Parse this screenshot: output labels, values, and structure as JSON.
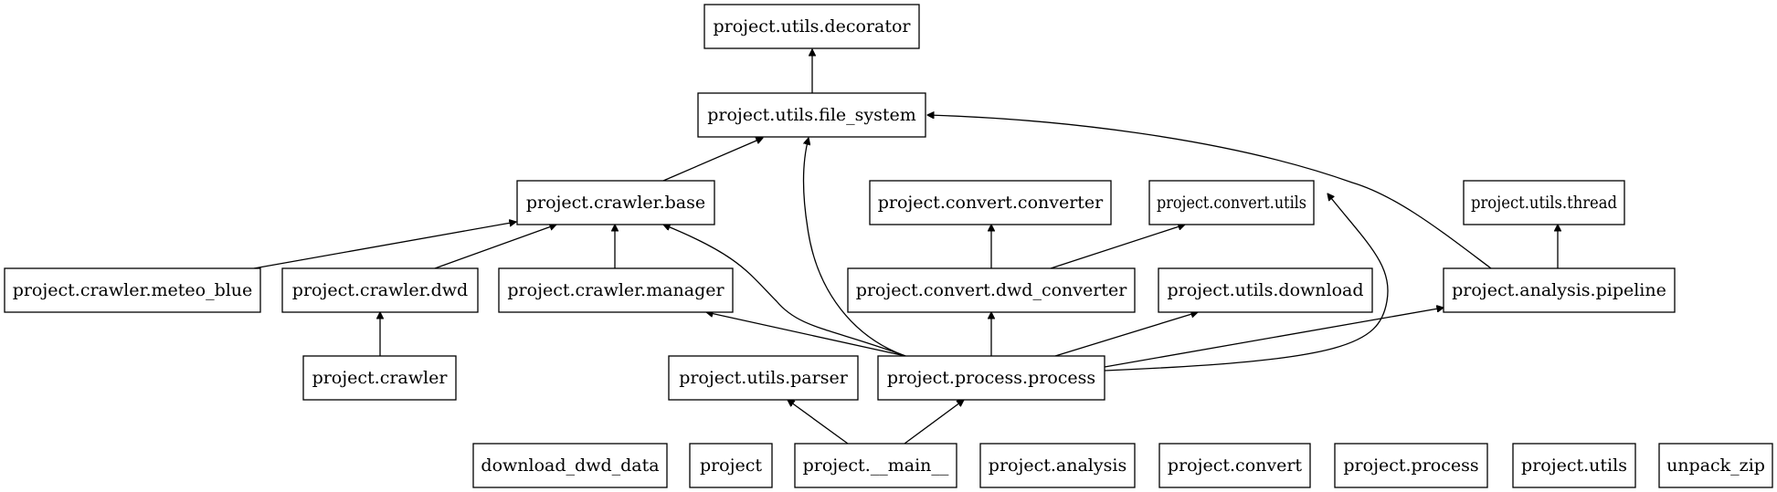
{
  "diagram": {
    "type": "dependency-graph",
    "nodes": [
      {
        "id": "decorator",
        "label": "project.utils.decorator"
      },
      {
        "id": "file_system",
        "label": "project.utils.file_system"
      },
      {
        "id": "crawler_base",
        "label": "project.crawler.base"
      },
      {
        "id": "convert_converter",
        "label": "project.convert.converter"
      },
      {
        "id": "convert_utils",
        "label": "project.convert.utils"
      },
      {
        "id": "utils_thread",
        "label": "project.utils.thread"
      },
      {
        "id": "meteo_blue",
        "label": "project.crawler.meteo_blue"
      },
      {
        "id": "crawler_dwd",
        "label": "project.crawler.dwd"
      },
      {
        "id": "crawler_manager",
        "label": "project.crawler.manager"
      },
      {
        "id": "dwd_converter",
        "label": "project.convert.dwd_converter"
      },
      {
        "id": "utils_download",
        "label": "project.utils.download"
      },
      {
        "id": "analysis_pipeline",
        "label": "project.analysis.pipeline"
      },
      {
        "id": "crawler",
        "label": "project.crawler"
      },
      {
        "id": "utils_parser",
        "label": "project.utils.parser"
      },
      {
        "id": "process_process",
        "label": "project.process.process"
      },
      {
        "id": "download_dwd_data",
        "label": "download_dwd_data"
      },
      {
        "id": "project",
        "label": "project"
      },
      {
        "id": "main",
        "label": "project.__main__"
      },
      {
        "id": "analysis",
        "label": "project.analysis"
      },
      {
        "id": "convert",
        "label": "project.convert"
      },
      {
        "id": "process",
        "label": "project.process"
      },
      {
        "id": "utils",
        "label": "project.utils"
      },
      {
        "id": "unpack_zip",
        "label": "unpack_zip"
      }
    ],
    "edges": [
      {
        "from": "file_system",
        "to": "decorator"
      },
      {
        "from": "crawler_base",
        "to": "file_system"
      },
      {
        "from": "process_process",
        "to": "file_system"
      },
      {
        "from": "analysis_pipeline",
        "to": "file_system"
      },
      {
        "from": "meteo_blue",
        "to": "crawler_base"
      },
      {
        "from": "crawler_dwd",
        "to": "crawler_base"
      },
      {
        "from": "crawler_manager",
        "to": "crawler_base"
      },
      {
        "from": "process_process",
        "to": "crawler_base"
      },
      {
        "from": "dwd_converter",
        "to": "convert_converter"
      },
      {
        "from": "dwd_converter",
        "to": "convert_utils"
      },
      {
        "from": "process_process",
        "to": "convert_utils"
      },
      {
        "from": "analysis_pipeline",
        "to": "utils_thread"
      },
      {
        "from": "crawler",
        "to": "crawler_dwd"
      },
      {
        "from": "process_process",
        "to": "crawler_manager"
      },
      {
        "from": "process_process",
        "to": "dwd_converter"
      },
      {
        "from": "process_process",
        "to": "utils_download"
      },
      {
        "from": "process_process",
        "to": "analysis_pipeline"
      },
      {
        "from": "main",
        "to": "utils_parser"
      },
      {
        "from": "main",
        "to": "process_process"
      }
    ]
  }
}
